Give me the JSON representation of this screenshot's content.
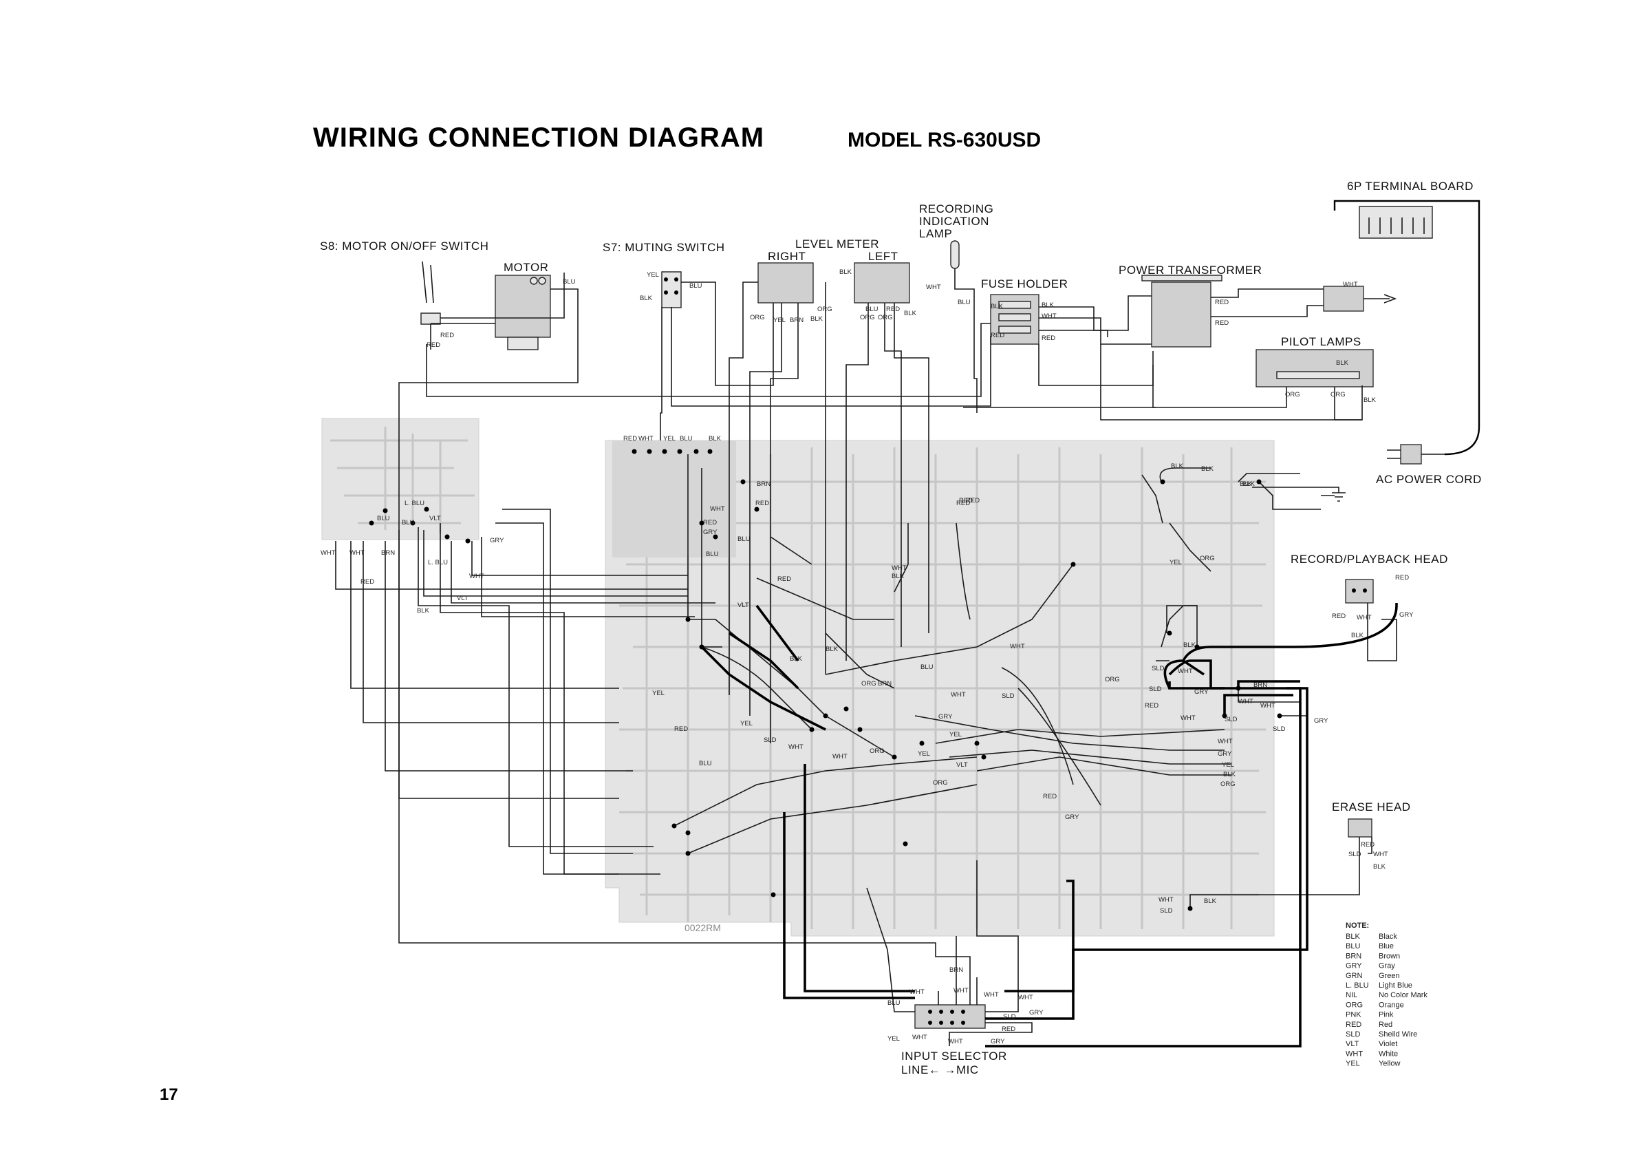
{
  "header": {
    "title": "WIRING CONNECTION DIAGRAM",
    "model": "MODEL RS-630USD"
  },
  "components": {
    "s8": "S8: MOTOR ON/OFF SWITCH",
    "motor": "MOTOR",
    "s7": "S7: MUTING SWITCH",
    "level_meter": "LEVEL METER",
    "right": "RIGHT",
    "left": "LEFT",
    "rec_lamp": [
      "RECORDING",
      "INDICATION",
      "LAMP"
    ],
    "fuse_holder": "FUSE HOLDER",
    "power_transformer": "POWER TRANSFORMER",
    "terminal_board": "6P TERMINAL BOARD",
    "pilot_lamps": "PILOT LAMPS",
    "ac_cord": "AC POWER CORD",
    "rp_head": "RECORD/PLAYBACK HEAD",
    "erase_head": "ERASE HEAD",
    "input_selector": "INPUT SELECTOR",
    "line_mic": "LINE←        →MIC"
  },
  "wire_labels": {
    "blu": "BLU",
    "red": "RED",
    "yel": "YEL",
    "blk": "BLK",
    "wht": "WHT",
    "org": "ORG",
    "brn": "BRN",
    "gry": "GRY",
    "vlt": "VLT",
    "sld": "SLD",
    "lblu": "L. BLU"
  },
  "pcb_mark": "0022RM",
  "note": {
    "title": "NOTE:",
    "items": [
      [
        "BLK",
        "Black"
      ],
      [
        "BLU",
        "Blue"
      ],
      [
        "BRN",
        "Brown"
      ],
      [
        "GRY",
        "Gray"
      ],
      [
        "GRN",
        "Green"
      ],
      [
        "L. BLU",
        "Light Blue"
      ],
      [
        "NIL",
        "No Color Mark"
      ],
      [
        "ORG",
        "Orange"
      ],
      [
        "PNK",
        "Pink"
      ],
      [
        "RED",
        "Red"
      ],
      [
        "SLD",
        "Sheild Wire"
      ],
      [
        "VLT",
        "Violet"
      ],
      [
        "WHT",
        "White"
      ],
      [
        "YEL",
        "Yellow"
      ]
    ]
  },
  "page_number": "17"
}
